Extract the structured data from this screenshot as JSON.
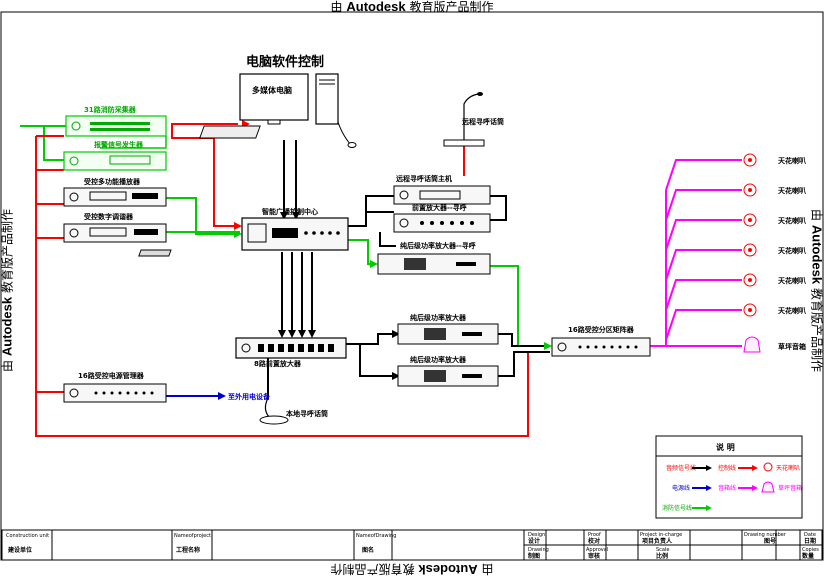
{
  "watermark": {
    "prefix": "由",
    "brand": "Autodesk",
    "suffix": "教育版产品制作"
  },
  "title": "电脑软件控制",
  "computer_label": "多媒体电脑",
  "devices": {
    "zone31": "31路消防采集器",
    "alarm": "报警信号发生器",
    "multifunction_player": "受控多功能播放器",
    "digital_tuner": "受控数字调谐器",
    "power_manager": "16路受控电源管理器",
    "power_out": "至外用电设备",
    "control_center": "智能广播控制中心",
    "remote_paging_host": "远程寻呼话筒主机",
    "preamp": "前置放大器--寻呼",
    "pure_amp_paging": "纯后级功率放大器--寻呼",
    "amp8": "8路前置放大器",
    "pure_amp_1": "纯后级功率放大器",
    "pure_amp_2": "纯后级功率放大器",
    "matrix16": "16路受控分区矩阵器",
    "remote_mic": "远程寻呼话筒",
    "local_mic": "本地寻呼话筒"
  },
  "speakers": [
    "天花喇叭",
    "天花喇叭",
    "天花喇叭",
    "天花喇叭",
    "天花喇叭",
    "天花喇叭",
    "草坪音箱"
  ],
  "legend": {
    "title": "说    明",
    "items": [
      {
        "label": "音频信号线",
        "color": "#000000"
      },
      {
        "label": "控制线",
        "color": "#ff0000"
      },
      {
        "label": "天花喇叭",
        "color": "#ff0000"
      },
      {
        "label": "电源线",
        "color": "#0000cc"
      },
      {
        "label": "音箱线",
        "color": "#ff00ff"
      },
      {
        "label": "草坪音箱",
        "color": "#ff00ff"
      },
      {
        "label": "消防信号线",
        "color": "#00cc00"
      }
    ]
  },
  "titleblock": {
    "construction_en": "Construction unit",
    "construction_cn": "建设单位",
    "project_en": "Nameofproject",
    "project_cn": "工程名称",
    "drawing_en": "NameofDrawing",
    "drawing_cn": "图名",
    "design_en": "Design",
    "design_cn": "设计",
    "proof_en": "Proof",
    "proof_cn": "校对",
    "incharge_en": "Project in-charge",
    "incharge_cn": "项目负责人",
    "drawno_en": "Drawing number",
    "drawno_cn": "图号",
    "date_en": "Date",
    "date_cn": "日期",
    "drawing2_en": "Drawing",
    "drawing2_cn": "制图",
    "approval_en": "Approval",
    "approval_cn": "审核",
    "scale_en": "Scale",
    "scale_cn": "比例",
    "copies_en": "Copies",
    "copies_cn": "数量"
  },
  "colors": {
    "audio": "#000000",
    "control": "#ff0000",
    "power": "#0000cc",
    "speaker": "#ff00ff",
    "fire": "#00cc00",
    "text_green": "#00aa00"
  }
}
